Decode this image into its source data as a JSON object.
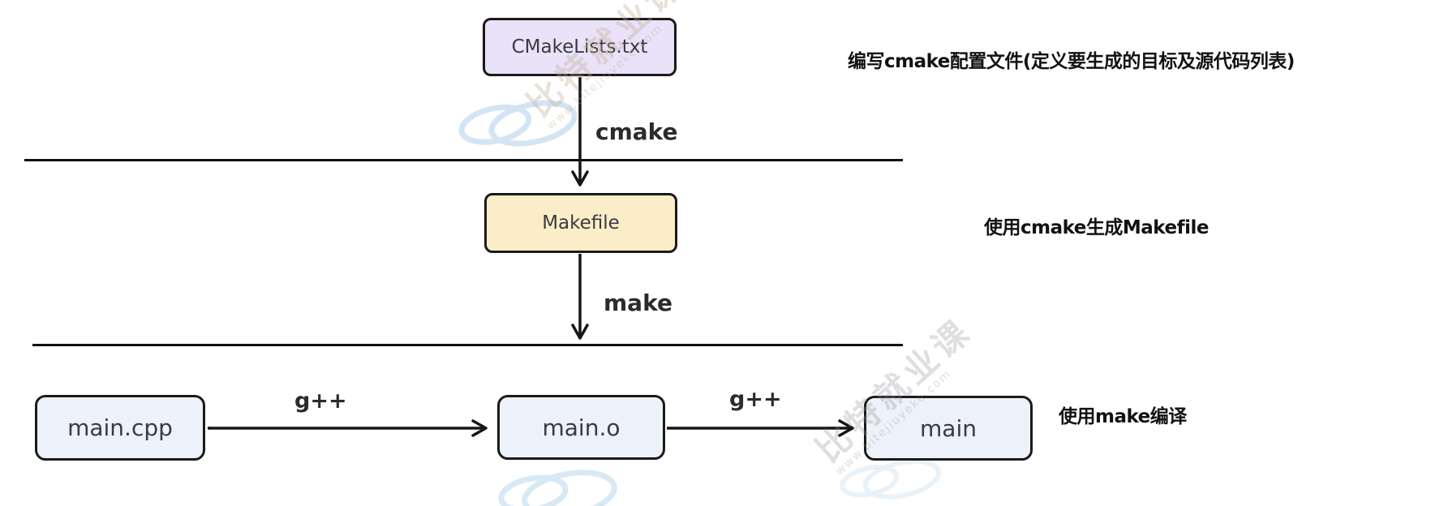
{
  "nodes": {
    "cmakelists": {
      "label": "CMakeLists.txt",
      "fill": "#e9e2f8"
    },
    "makefile": {
      "label": "Makefile",
      "fill": "#fbedc7"
    },
    "maincpp": {
      "label": "main.cpp",
      "fill": "#edf1fa"
    },
    "maino": {
      "label": "main.o",
      "fill": "#edf1fa"
    },
    "main": {
      "label": "main",
      "fill": "#edf1fa"
    }
  },
  "edge_labels": {
    "cmake": "cmake",
    "make": "make",
    "gpp1": "g++",
    "gpp2": "g++"
  },
  "annotations": [
    {
      "text": "编写cmake配置文件(定义要生成的目标及源代码列表)"
    },
    {
      "text": "使用cmake生成Makefile"
    },
    {
      "text": "使用make编译"
    }
  ],
  "watermark": {
    "brand": "比特就业课",
    "url": "www.bitejiuyeke.com"
  },
  "colors": {
    "node_border": "#1a1a1a",
    "arrow": "#161616",
    "divider_line": "#111111",
    "annotation_text": "#121212",
    "node_text": "#3a3a42",
    "watermark_swirl": "#d3e5f4"
  }
}
